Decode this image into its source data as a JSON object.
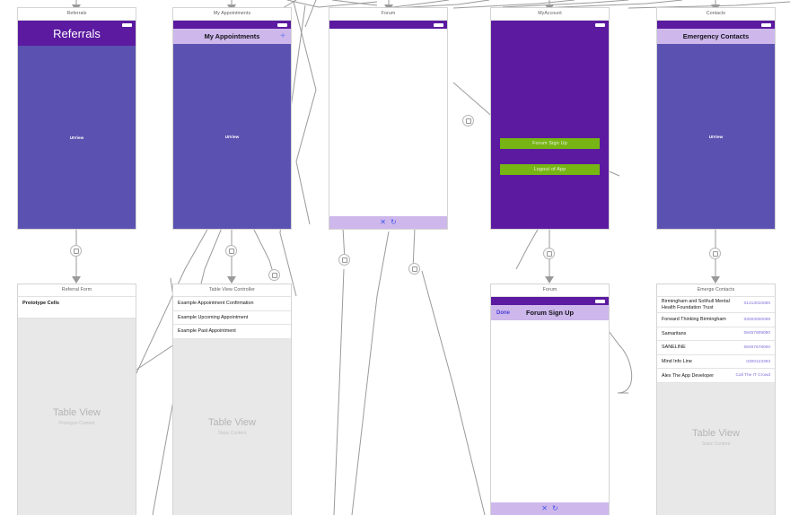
{
  "canvas": {
    "kind": "storyboard-canvas",
    "background": "#ffffff",
    "wire_color": "#9a9a9a",
    "colors": {
      "nav_dark_purple": "#5B1AA0",
      "nav_light_lavender": "#CDB7EB",
      "uiview_purple": "#5B51B0",
      "button_green": "#76B513",
      "tableview_gray": "#e8e8e8",
      "tint_blue": "#4455ee",
      "phone_link_purple": "#7b6fd8"
    }
  },
  "scenes": {
    "referrals": {
      "title": "Referrals",
      "navbar_title": "Referrals",
      "uiview_label": "UIView"
    },
    "my_appointments": {
      "title": "My Appointments",
      "navbar_title": "My Appointments",
      "add_button": "+",
      "uiview_label": "UIView"
    },
    "forum": {
      "title": "Forum",
      "toolbar": {
        "stop_icon": "✕",
        "refresh_icon": "↻"
      }
    },
    "my_account": {
      "title": "MyAccount",
      "buttons": [
        {
          "label": "Forum Sign Up"
        },
        {
          "label": "Logout of App"
        }
      ]
    },
    "contacts": {
      "title": "Contacts",
      "navbar_title": "Emergency Contacts",
      "uiview_label": "UIView"
    },
    "referral_form": {
      "title": "Referral Form",
      "prototype_header": "Prototype Cells",
      "placeholder_big": "Table View",
      "placeholder_small": "Prototype Content"
    },
    "table_view_controller": {
      "title": "Table View Controller",
      "rows": [
        "Example Appointment Confirmation",
        "Example Upcoming Appointment",
        "Example Past Appointment"
      ],
      "placeholder_big": "Table View",
      "placeholder_small": "Static Content"
    },
    "forum_signup": {
      "title": "Forum",
      "navbar_left": "Done",
      "navbar_title": "Forum Sign Up",
      "toolbar": {
        "stop_icon": "✕",
        "refresh_icon": "↻"
      }
    },
    "emerge_contacts": {
      "title": "Emerge Contacts",
      "rows": [
        {
          "name": "Birmingham and Solihull Mental Health Foundation Trust",
          "value": "01213010000"
        },
        {
          "name": "Forward Thinking Birmingham",
          "value": "03003000099"
        },
        {
          "name": "Samaritans",
          "value": "08457909090"
        },
        {
          "name": "SANELINE",
          "value": "08457678000"
        },
        {
          "name": "Mind Info Line",
          "value": "0300123393"
        },
        {
          "name": "Alex The App Developer",
          "value": "Call The IT Crowd"
        }
      ],
      "placeholder_big": "Table View",
      "placeholder_small": "Static Content"
    }
  }
}
